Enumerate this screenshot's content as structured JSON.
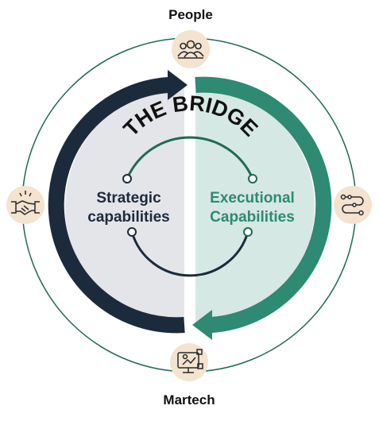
{
  "diagram": {
    "title": "THE BRIDGE",
    "nodes": {
      "top": {
        "label": "People",
        "icon": "people-group-icon"
      },
      "bottom": {
        "label": "Martech",
        "icon": "martech-screen-icon"
      },
      "left": {
        "label": "",
        "icon": "handshake-icon"
      },
      "right": {
        "label": "",
        "icon": "workflow-icon"
      }
    },
    "left_panel": {
      "line1": "Strategic",
      "line2": "capabilities"
    },
    "right_panel": {
      "line1": "Executional",
      "line2": "Capabilities"
    }
  },
  "colors": {
    "navy": "#1c2b3c",
    "green": "#2e8a72",
    "outer_ring": "#1f6b55",
    "left_fill": "#e4e5e9",
    "right_fill": "#d6e8e3",
    "icon_bg": "#f3e3cf"
  }
}
